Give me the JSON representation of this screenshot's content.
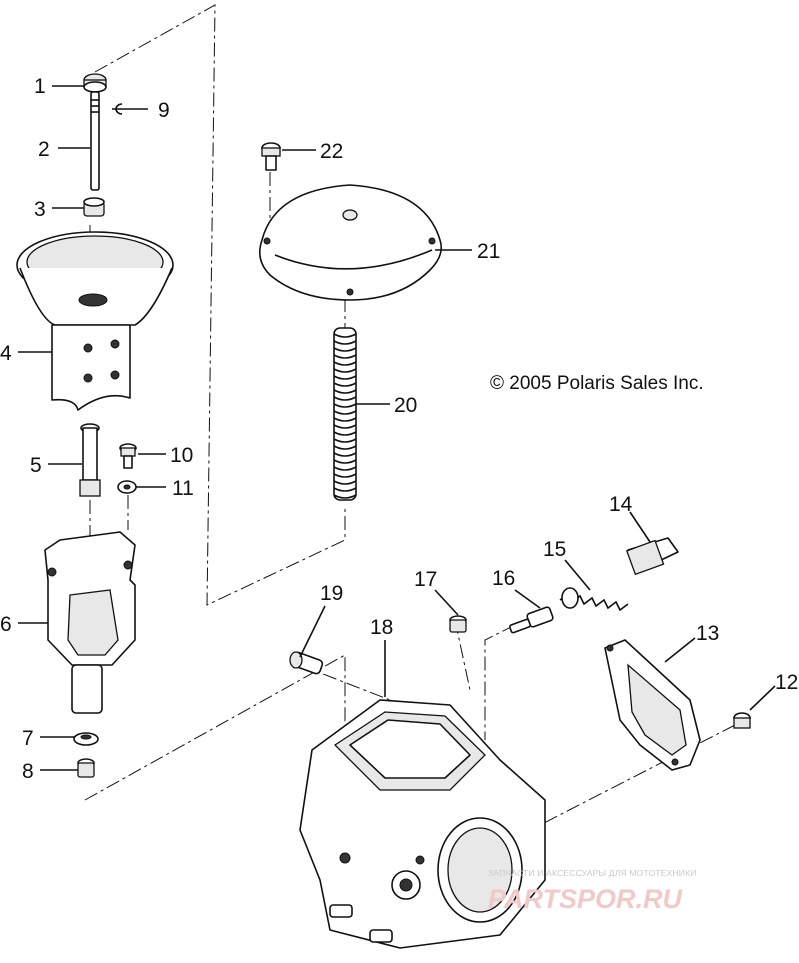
{
  "callouts": [
    {
      "id": "1",
      "label": "1"
    },
    {
      "id": "2",
      "label": "2"
    },
    {
      "id": "3",
      "label": "3"
    },
    {
      "id": "4",
      "label": "4"
    },
    {
      "id": "5",
      "label": "5"
    },
    {
      "id": "6",
      "label": "6"
    },
    {
      "id": "7",
      "label": "7"
    },
    {
      "id": "8",
      "label": "8"
    },
    {
      "id": "9",
      "label": "9"
    },
    {
      "id": "10",
      "label": "10"
    },
    {
      "id": "11",
      "label": "11"
    },
    {
      "id": "12",
      "label": "12"
    },
    {
      "id": "13",
      "label": "13"
    },
    {
      "id": "14",
      "label": "14"
    },
    {
      "id": "15",
      "label": "15"
    },
    {
      "id": "16",
      "label": "16"
    },
    {
      "id": "17",
      "label": "17"
    },
    {
      "id": "18",
      "label": "18"
    },
    {
      "id": "19",
      "label": "19"
    },
    {
      "id": "20",
      "label": "20"
    },
    {
      "id": "21",
      "label": "21"
    },
    {
      "id": "22",
      "label": "22"
    }
  ],
  "copyright": "© 2005 Polaris Sales Inc.",
  "watermark": {
    "tagline": "ЗАПЧАСТИ И АКСЕССУАРЫ ДЛЯ МОТОТЕХНИКИ",
    "brand": "PARTSPOR.RU"
  }
}
